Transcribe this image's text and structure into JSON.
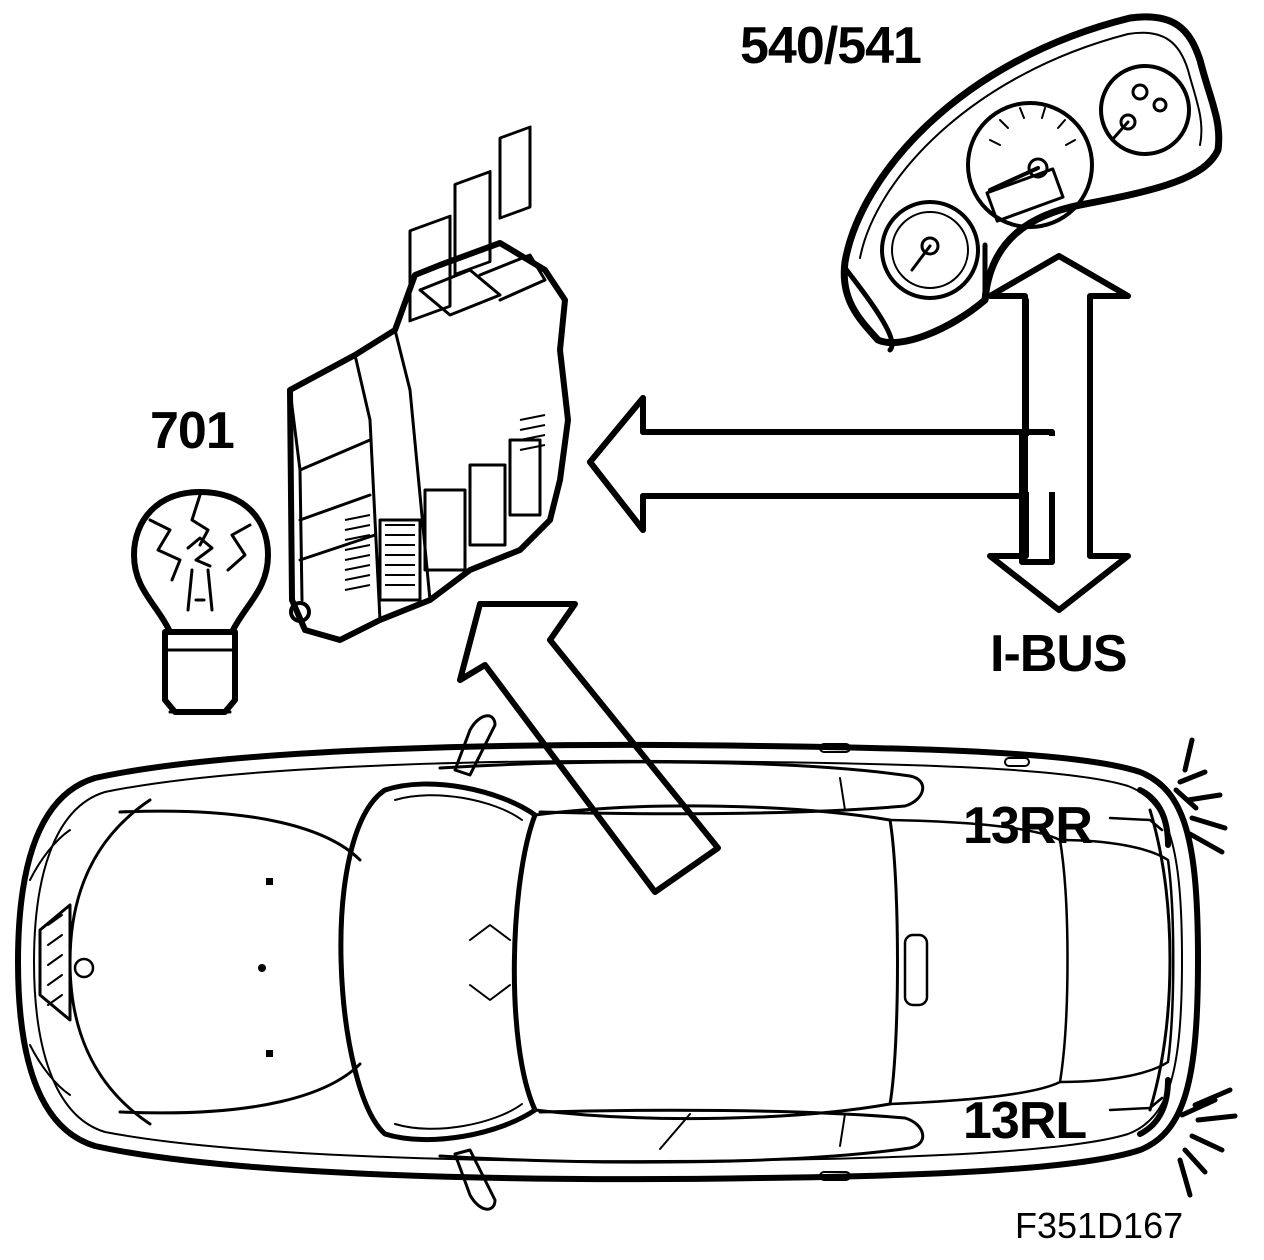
{
  "labels": {
    "cluster": "540/541",
    "bulb": "701",
    "bus": "I-BUS",
    "rear_right": "13RR",
    "rear_left": "13RL",
    "figure_id": "F351D167"
  },
  "icons": [
    "instrument-cluster-icon",
    "control-module-icon",
    "bulb-icon",
    "car-top-view-icon",
    "double-arrow-icon",
    "t-arrow-icon",
    "light-ray-icon"
  ]
}
